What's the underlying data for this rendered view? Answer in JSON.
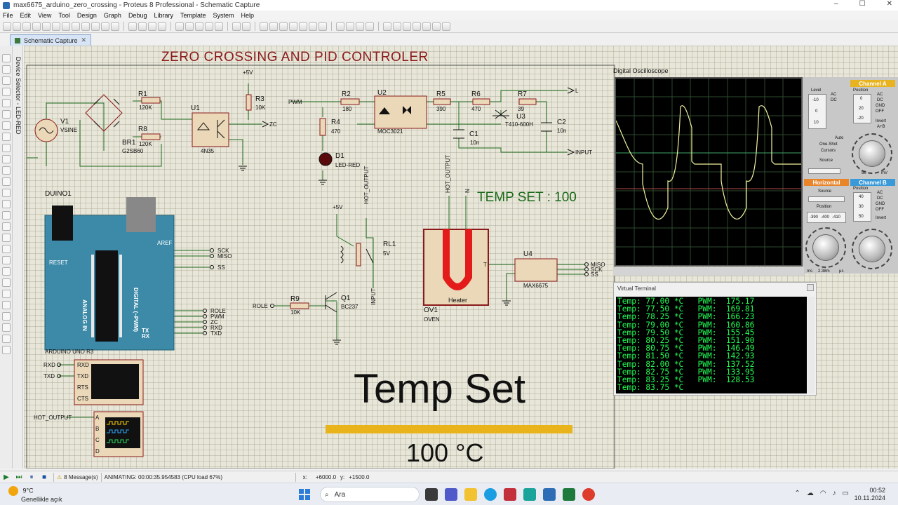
{
  "window": {
    "title": "max6675_arduino_zero_crossing - Proteus 8 Professional - Schematic Capture",
    "controls": [
      "–",
      "☐",
      "✕"
    ]
  },
  "menu": [
    "File",
    "Edit",
    "View",
    "Tool",
    "Design",
    "Graph",
    "Debug",
    "Library",
    "Template",
    "System",
    "Help"
  ],
  "tab": {
    "label": "Schematic Capture",
    "close": "✕"
  },
  "device_selector": {
    "label": "Device Selector - LED-RED"
  },
  "schematic": {
    "title": "ZERO CROSSING AND PID CONTROLER",
    "temp_set_label": "TEMP SET : 100",
    "components": {
      "v1": {
        "ref": "V1",
        "type": "VSINE"
      },
      "br1": {
        "ref": "BR1",
        "type": "G2SB60"
      },
      "r1": {
        "ref": "R1",
        "value": "120K"
      },
      "r8": {
        "ref": "R8",
        "value": "120K"
      },
      "u1": {
        "ref": "U1",
        "type": "4N35"
      },
      "r3": {
        "ref": "R3",
        "value": "10K"
      },
      "plus5v": "+5V",
      "zc": "ZC",
      "pwm": "PWM",
      "r2": {
        "ref": "R2",
        "value": "180"
      },
      "u2": {
        "ref": "U2",
        "type": "MOC3021"
      },
      "r4": {
        "ref": "R4",
        "value": "470"
      },
      "d1": {
        "ref": "D1",
        "type": "LED-RED"
      },
      "r5": {
        "ref": "R5",
        "value": "390"
      },
      "r6": {
        "ref": "R6",
        "value": "470"
      },
      "r7": {
        "ref": "R7",
        "value": "39"
      },
      "u3": {
        "ref": "U3",
        "type": "T410-600H"
      },
      "c1": {
        "ref": "C1",
        "value": "10n"
      },
      "c2": {
        "ref": "C2",
        "value": "10n"
      },
      "l": "L",
      "input": "INPUT",
      "duino": {
        "ref": "DUINO1",
        "type": "ARDUINO UNO R3",
        "reset": "RESET",
        "aref": "AREF",
        "analog": "ANALOG IN",
        "digital": "DIGITAL (~PWM)",
        "tx": "TX",
        "rx": "RX"
      },
      "rl1": {
        "ref": "RL1",
        "value": "5V"
      },
      "hot_output": "HOT_OUTPUT",
      "n": "N",
      "ov1": {
        "ref": "OV1",
        "type": "OVEN",
        "heater": "Heater",
        "temp_label": "T"
      },
      "u4": {
        "ref": "U4",
        "type": "MAX6675"
      },
      "r9": {
        "ref": "R9",
        "value": "10K"
      },
      "q1": {
        "ref": "Q1",
        "type": "BC237"
      },
      "role": "ROLE",
      "terminal_pins": {
        "rxd": "RXD",
        "txd": "TXD",
        "rts": "RTS",
        "cts": "CTS"
      },
      "logic_pins": {
        "a": "A",
        "b": "B",
        "c": "C",
        "d": "D"
      },
      "net_labels": {
        "sck": "SCK",
        "miso": "MISO",
        "ss": "SS",
        "rxd": "RXD",
        "txd": "TXD",
        "role": "ROLE",
        "pwm": "PWM",
        "zc": "ZC"
      }
    }
  },
  "overlay": {
    "title": "Temp Set",
    "value_text": "100 °C",
    "progress_fraction": 1.0
  },
  "oscilloscope": {
    "title": "Digital Oscilloscope",
    "channel_a": "Channel A",
    "channel_b": "Channel B",
    "horizontal": "Horizontal",
    "level": "Level",
    "position": "Position",
    "source": "Source",
    "auto": "Auto",
    "one_shot": "One-Shot",
    "cursors": "Cursors",
    "invert": "Invert",
    "a_plus_b": "A+B",
    "modes": [
      "AC",
      "DC",
      "GND",
      "OFF"
    ],
    "ch_a_position": [
      "0",
      "20",
      "-20"
    ],
    "ch_b_position": [
      "40",
      "30",
      "50"
    ],
    "h_position": [
      "-390",
      "-400",
      "-410"
    ],
    "volt_unit": "mV",
    "time_unit": "μs",
    "ms_unit": "ms",
    "readout_a": "50",
    "readout_h": "2.38m",
    "level_vals": [
      "-10",
      "0",
      "10"
    ]
  },
  "terminal": {
    "title": "Virtual Terminal",
    "lines": [
      "Temp: 77.00 *C   PWM:  175.17",
      "Temp: 77.50 *C   PWM:  169.81",
      "Temp: 78.25 *C   PWM:  166.23",
      "Temp: 79.00 *C   PWM:  160.86",
      "Temp: 79.50 *C   PWM:  155.45",
      "Temp: 80.25 *C   PWM:  151.90",
      "Temp: 80.75 *C   PWM:  146.49",
      "Temp: 81.50 *C   PWM:  142.93",
      "Temp: 82.00 *C   PWM:  137.52",
      "Temp: 82.75 *C   PWM:  133.95",
      "Temp: 83.25 *C   PWM:  128.53",
      "Temp: 83.75 *C"
    ]
  },
  "statusbar": {
    "messages": "8 Message(s)",
    "animating": "ANIMATING: 00:00:35.954583 (CPU load 67%)",
    "x_label": "x:",
    "x_value": "+6000.0",
    "y_label": "y:",
    "y_value": "+1500.0"
  },
  "taskbar": {
    "temperature": "9°C",
    "weather": "Genellikle açık",
    "search": "Ara",
    "time": "00:52",
    "date": "10.11.2024"
  },
  "colors": {
    "canvas": "#e8e6d8",
    "wire": "#1e6b1e",
    "component_fill": "#ead8b8",
    "component_stroke": "#8b1a1a",
    "terminal_text": "#22ff55",
    "progress": "#e8b31b"
  }
}
